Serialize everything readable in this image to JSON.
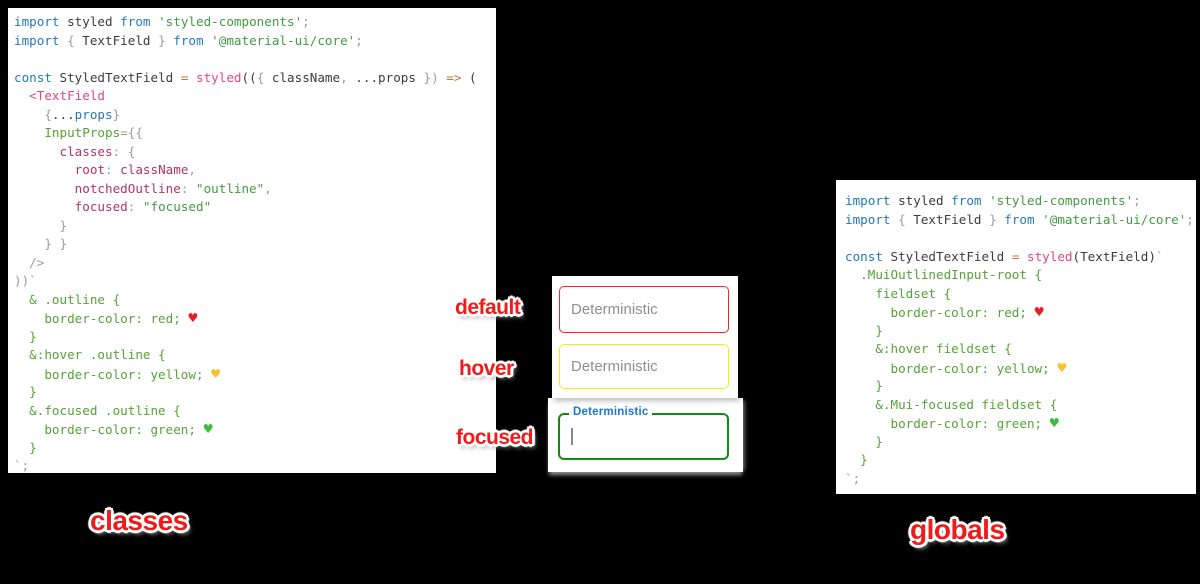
{
  "page": {
    "background": "#000000",
    "panel_background": "#ffffff"
  },
  "code_colors": {
    "k": "#2579b8",
    "t": "#3c3c3c",
    "s": "#429a42",
    "g": "#9b9b9b",
    "m": "#e8467a",
    "o": "#c3763a",
    "c": "#b23568",
    "v": "#55a336",
    "hr": "#e62020",
    "hy": "#f6c230",
    "hg": "#3dbb3d"
  },
  "icons": {
    "red-heart-icon": "♥",
    "yellow-heart-icon": "♥",
    "green-heart-icon": "♥"
  },
  "classes_panel": {
    "lines": [
      [
        [
          "k",
          "import"
        ],
        [
          "t",
          " styled "
        ],
        [
          "k",
          "from"
        ],
        [
          "s",
          " 'styled-components'"
        ],
        [
          "g",
          ";"
        ]
      ],
      [
        [
          "k",
          "import"
        ],
        [
          "g",
          " { "
        ],
        [
          "t",
          "TextField"
        ],
        [
          "g",
          " } "
        ],
        [
          "k",
          "from"
        ],
        [
          "s",
          " '@material-ui/core'"
        ],
        [
          "g",
          ";"
        ]
      ],
      [],
      [
        [
          "k",
          "const"
        ],
        [
          "t",
          " StyledTextField "
        ],
        [
          "o",
          "="
        ],
        [
          "t",
          " "
        ],
        [
          "m",
          "styled"
        ],
        [
          "t",
          "(("
        ],
        [
          "g",
          "{ "
        ],
        [
          "t",
          "className"
        ],
        [
          "g",
          ", "
        ],
        [
          "t",
          "...props"
        ],
        [
          "g",
          " })"
        ],
        [
          "o",
          " =>"
        ],
        [
          "t",
          " ("
        ]
      ],
      [
        [
          "m",
          "  <TextField"
        ]
      ],
      [
        [
          "g",
          "    {"
        ],
        [
          "t",
          "..."
        ],
        [
          "k",
          "props"
        ],
        [
          "g",
          "}"
        ]
      ],
      [
        [
          "v",
          "    InputProps"
        ],
        [
          "g",
          "={{"
        ]
      ],
      [
        [
          "c",
          "      classes"
        ],
        [
          "g",
          ": {"
        ]
      ],
      [
        [
          "c",
          "        root"
        ],
        [
          "g",
          ": "
        ],
        [
          "c",
          "className"
        ],
        [
          "g",
          ","
        ]
      ],
      [
        [
          "c",
          "        notchedOutline"
        ],
        [
          "g",
          ": "
        ],
        [
          "s",
          "\"outline\""
        ],
        [
          "g",
          ","
        ]
      ],
      [
        [
          "c",
          "        focused"
        ],
        [
          "g",
          ": "
        ],
        [
          "s",
          "\"focused\""
        ]
      ],
      [
        [
          "g",
          "      }"
        ]
      ],
      [
        [
          "g",
          "    } }"
        ]
      ],
      [
        [
          "g",
          "  />"
        ]
      ],
      [
        [
          "g",
          "))`"
        ]
      ],
      [
        [
          "v",
          "  & .outline {"
        ]
      ],
      [
        [
          "v",
          "    border-color: red; "
        ],
        [
          "hr",
          "♥"
        ]
      ],
      [
        [
          "v",
          "  }"
        ]
      ],
      [
        [
          "v",
          "  &:hover .outline {"
        ]
      ],
      [
        [
          "v",
          "    border-color: yellow; "
        ],
        [
          "hy",
          "♥"
        ]
      ],
      [
        [
          "v",
          "  }"
        ]
      ],
      [
        [
          "v",
          "  &.focused .outline {"
        ]
      ],
      [
        [
          "v",
          "    border-color: green; "
        ],
        [
          "hg",
          "♥"
        ]
      ],
      [
        [
          "v",
          "  }"
        ]
      ],
      [
        [
          "g",
          "`;"
        ]
      ]
    ]
  },
  "globals_panel": {
    "lines": [
      [
        [
          "k",
          "import"
        ],
        [
          "t",
          " styled "
        ],
        [
          "k",
          "from"
        ],
        [
          "s",
          " 'styled-components'"
        ],
        [
          "g",
          ";"
        ]
      ],
      [
        [
          "k",
          "import"
        ],
        [
          "g",
          " { "
        ],
        [
          "t",
          "TextField"
        ],
        [
          "g",
          " } "
        ],
        [
          "k",
          "from"
        ],
        [
          "s",
          " '@material-ui/core'"
        ],
        [
          "g",
          ";"
        ]
      ],
      [],
      [
        [
          "k",
          "const"
        ],
        [
          "t",
          " StyledTextField "
        ],
        [
          "o",
          "="
        ],
        [
          "t",
          " "
        ],
        [
          "m",
          "styled"
        ],
        [
          "t",
          "(TextField)"
        ],
        [
          "g",
          "`"
        ]
      ],
      [
        [
          "v",
          "  .MuiOutlinedInput-root {"
        ]
      ],
      [
        [
          "v",
          "    fieldset {"
        ]
      ],
      [
        [
          "v",
          "      border-color: red; "
        ],
        [
          "hr",
          "♥"
        ]
      ],
      [
        [
          "v",
          "    }"
        ]
      ],
      [
        [
          "v",
          "    &:hover fieldset {"
        ]
      ],
      [
        [
          "v",
          "      border-color: yellow; "
        ],
        [
          "hy",
          "♥"
        ]
      ],
      [
        [
          "v",
          "    }"
        ]
      ],
      [
        [
          "v",
          "    &.Mui-focused fieldset {"
        ]
      ],
      [
        [
          "v",
          "      border-color: green; "
        ],
        [
          "hg",
          "♥"
        ]
      ],
      [
        [
          "v",
          "    }"
        ]
      ],
      [
        [
          "v",
          "  }"
        ]
      ],
      [
        [
          "g",
          "`;"
        ]
      ]
    ]
  },
  "examples": {
    "default": {
      "label": "default",
      "placeholder": "Deterministic",
      "border_color": "#ff2222"
    },
    "hover": {
      "label": "hover",
      "placeholder": "Deterministic",
      "border_color": "#f5ea16"
    },
    "focused": {
      "label": "focused",
      "field_label": "Deterministic",
      "border_color": "#0f8d0f",
      "label_color": "#1d76d2",
      "caret_color": "#8a8a8a"
    }
  },
  "captions": {
    "left": "classes",
    "right": "globals"
  }
}
